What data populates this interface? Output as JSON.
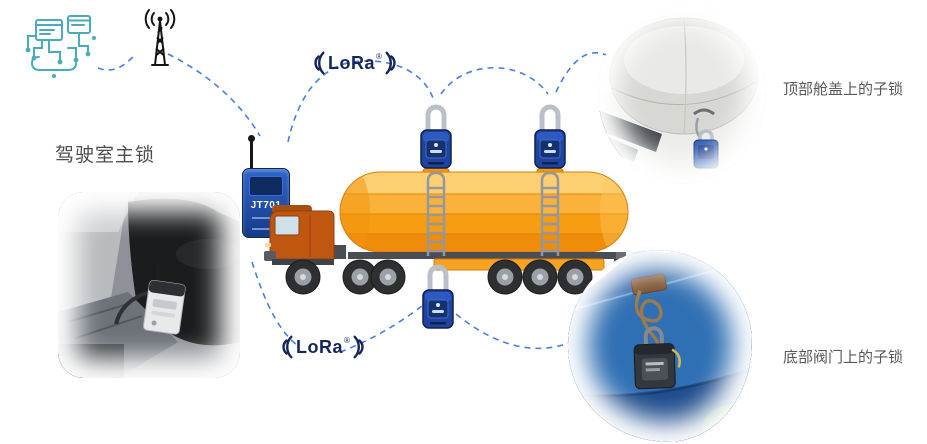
{
  "diagram": {
    "labels": {
      "cab_master_lock": "驾驶室主锁",
      "top_hatch_sublock": "顶部舱盖上的子锁",
      "bottom_valve_sublock": "底部阀门上的子锁"
    },
    "devices": {
      "master_lock_model": "JT701",
      "lora": "LoRa",
      "registered_mark": "®"
    },
    "icons": {
      "cloud": "iot-cloud-icon",
      "tower": "signal-tower-icon",
      "lora": "lora-logo",
      "padlock": "smart-padlock"
    },
    "colors": {
      "dashed_line": "#3b7ad6",
      "teal_icon": "#4aabbc",
      "lora_navy": "#15265c",
      "tank_orange": "#f9a826",
      "lock_blue": "#1e44a0",
      "label_gray": "#595959"
    }
  }
}
